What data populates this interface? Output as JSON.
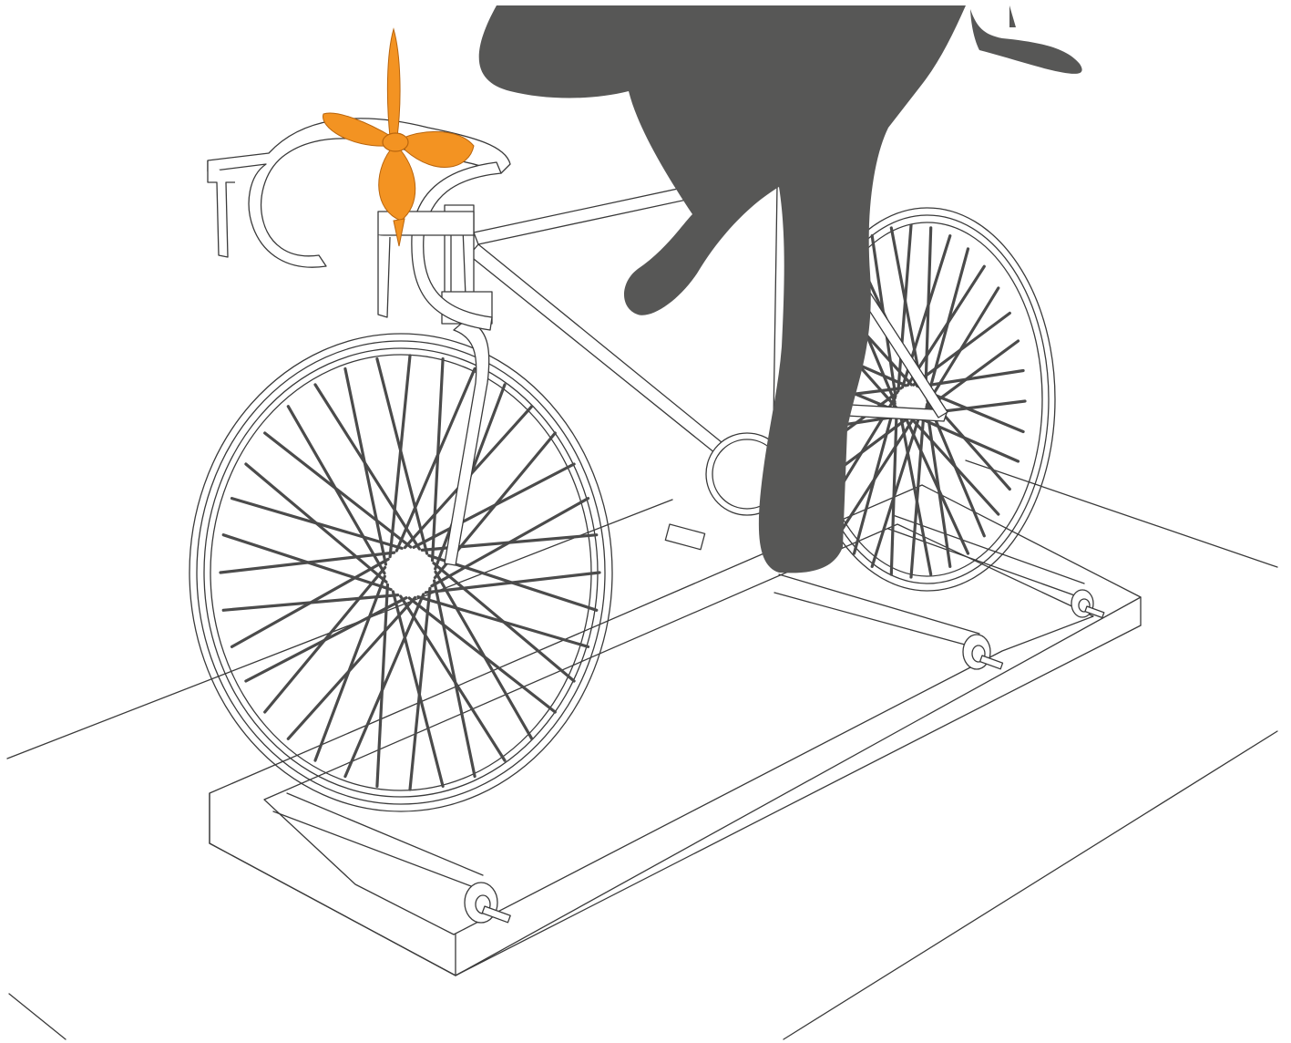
{
  "scene": {
    "subject_icon": "bicycle-on-rollers-with-rider-legs-and-propeller",
    "colors": {
      "background": "#ffffff",
      "line": "#3a3a3a",
      "rider": "#575756",
      "propeller": "#f39322",
      "propeller_edge": "#b9650d"
    },
    "wheel_spokes": {
      "front": 36,
      "rear": 36
    }
  }
}
